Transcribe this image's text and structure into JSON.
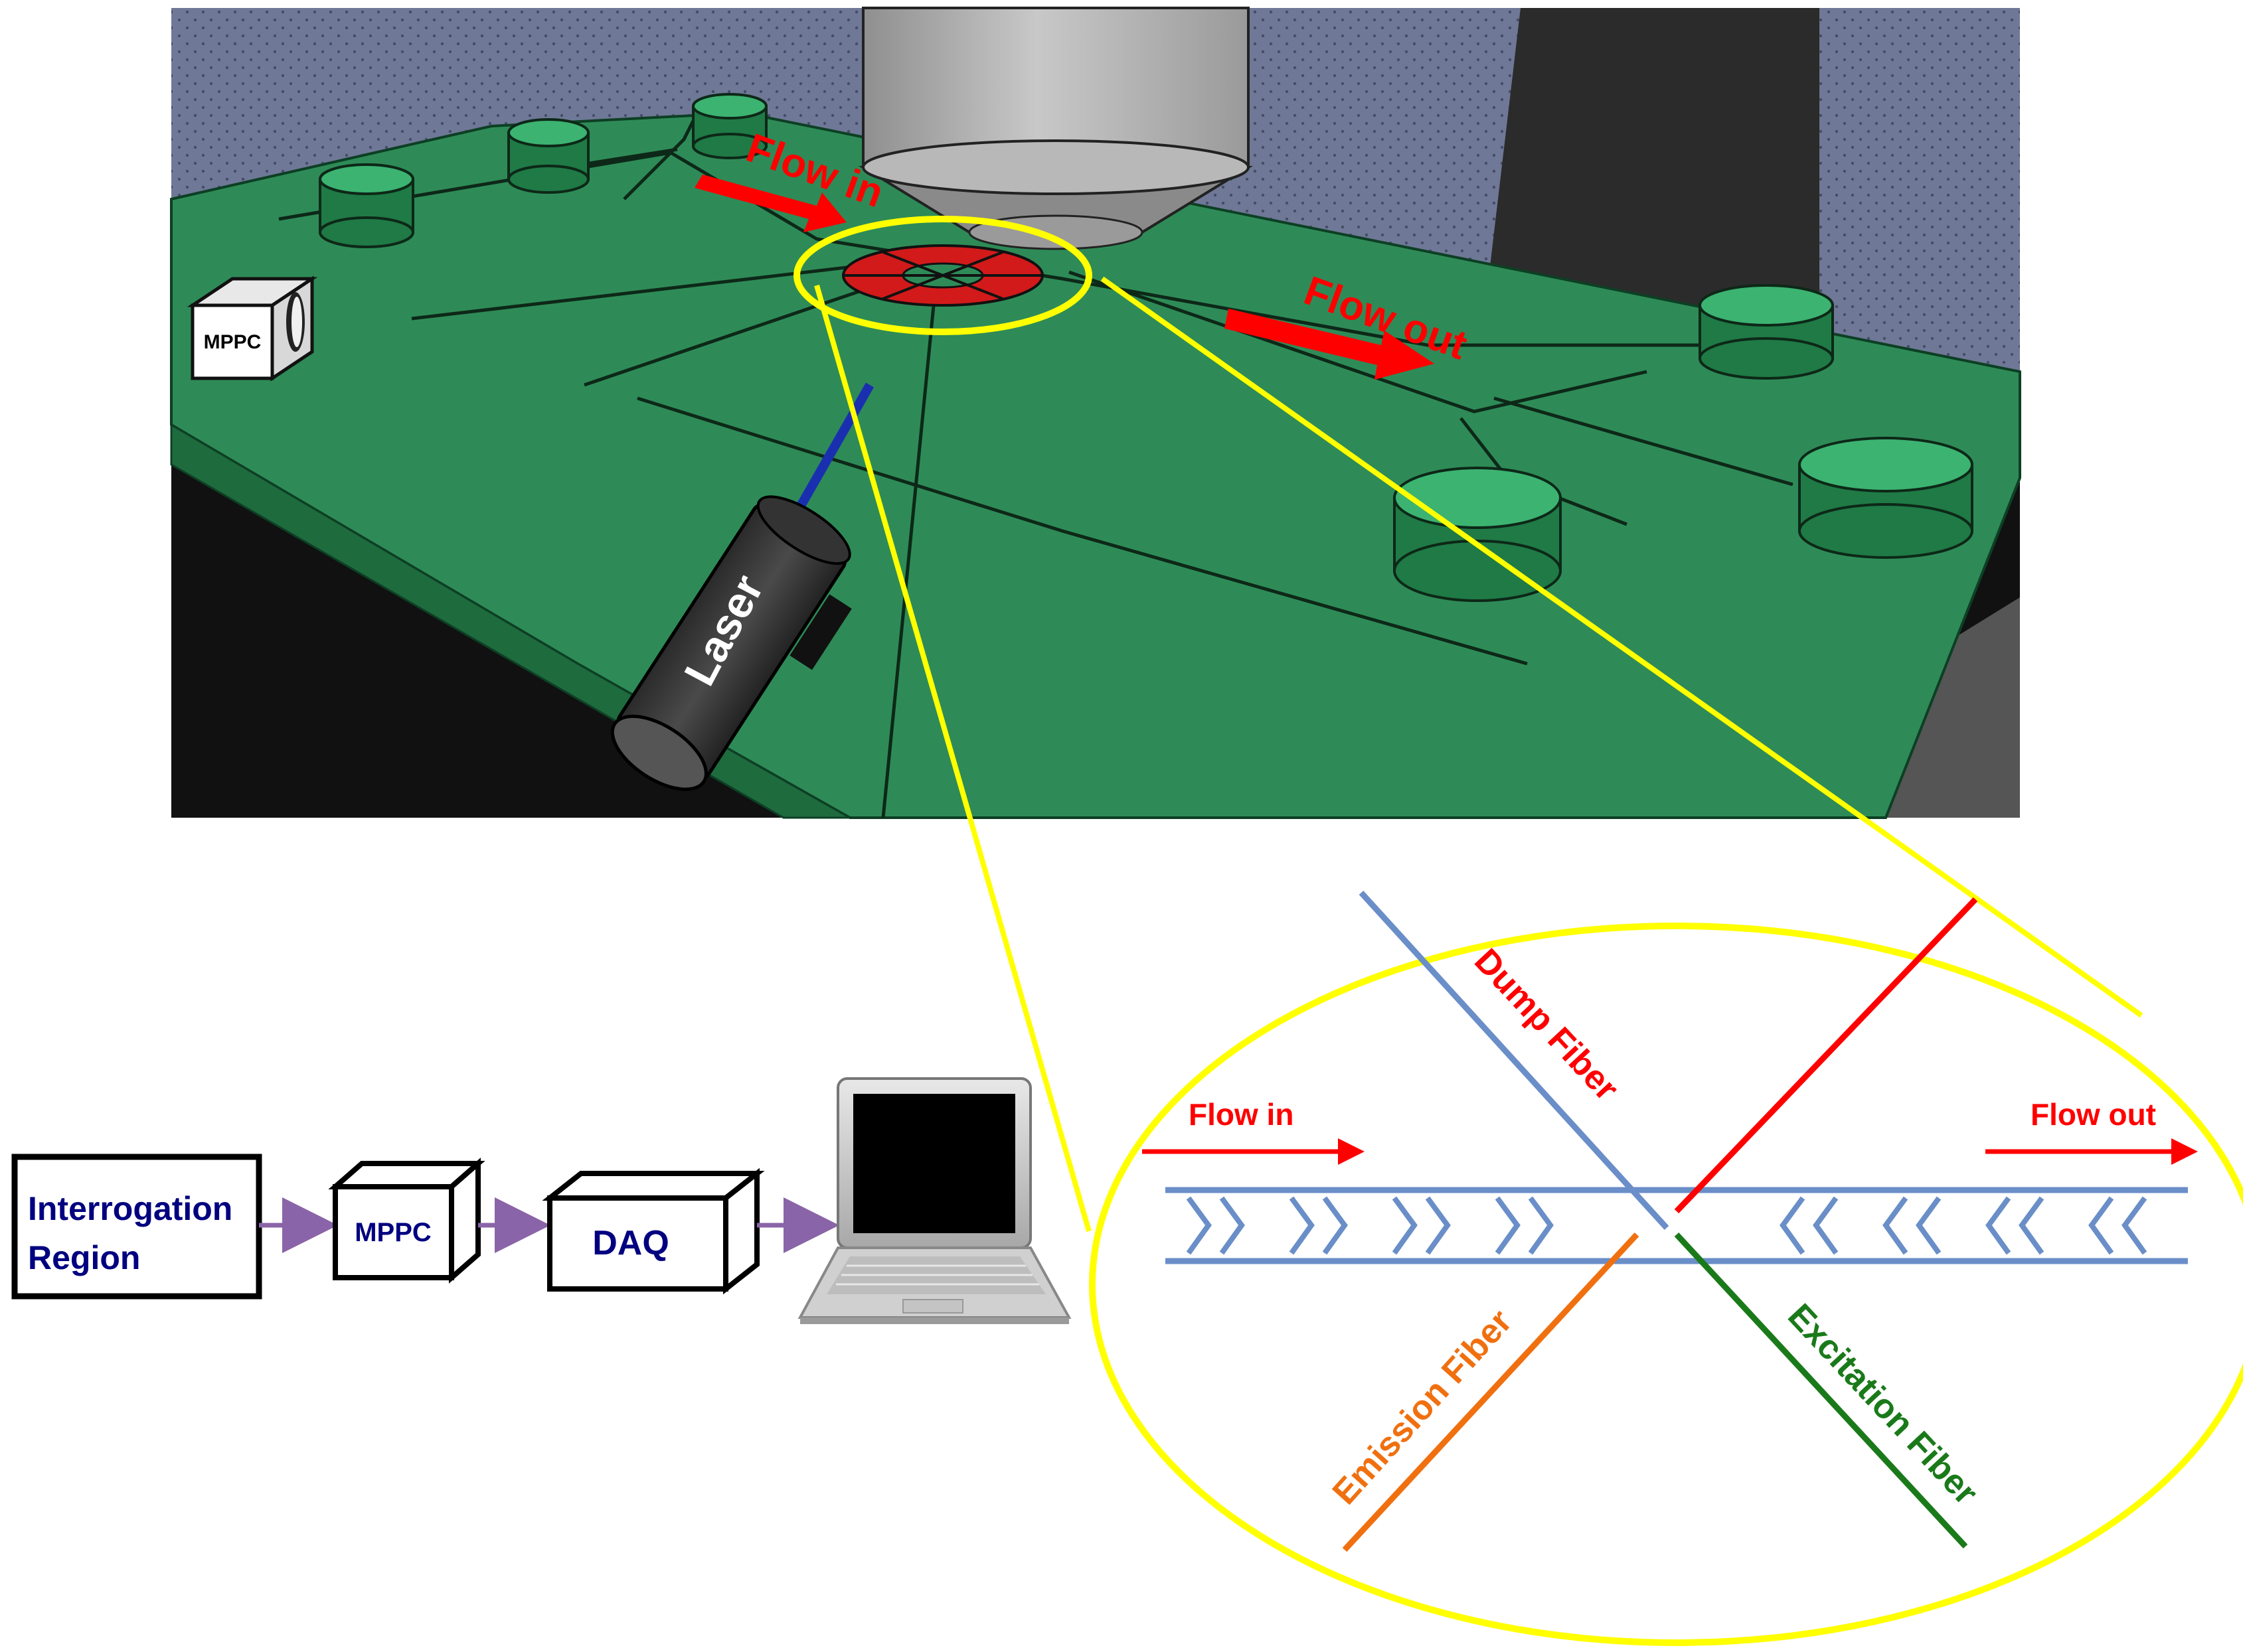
{
  "render": {
    "labels": {
      "flow_in": "Flow in",
      "flow_out": "Flow out",
      "mppc_device": "MPPC",
      "laser": "Laser",
      "dump_fiber": "Dump Fiber",
      "emission_fiber": "Emission Fiber",
      "excitation_fiber": "Excitation Fiber",
      "zoom_flow_in": "Flow in",
      "zoom_flow_out": "Flow out"
    },
    "pipeline": {
      "interrogation_line1": "Interrogation",
      "interrogation_line2": "Region",
      "mppc": "MPPC",
      "daq": "DAQ"
    },
    "colors": {
      "chip_green": "#2e8b57",
      "background_blue": "#6f7896",
      "flow_arrow": "#ff0000",
      "zoom_ellipse": "#ffff00",
      "channel": "#6a8ec8",
      "dump_fiber": "#ff0000",
      "emission_fiber": "#f07010",
      "excitation_fiber": "#1a7a1a",
      "pipeline_text": "#000080",
      "pipeline_arrow": "#8a64a8",
      "laser_beam": "#1a2fb0"
    }
  }
}
